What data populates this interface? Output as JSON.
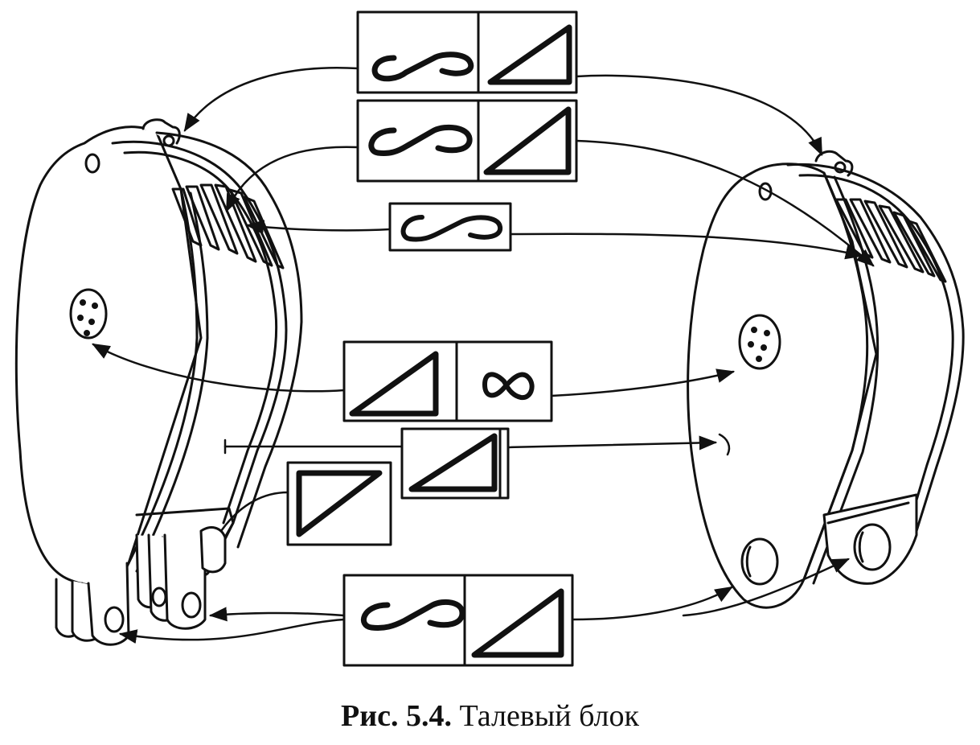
{
  "caption": {
    "number": "Рис. 5.4.",
    "text": "Талевый блок"
  },
  "colors": {
    "ink": "#111111",
    "paper": "#ffffff"
  },
  "symbols": [
    {
      "id": "top-pair-1",
      "cells": [
        "straightness-icon",
        "flatness-icon"
      ]
    },
    {
      "id": "top-pair-2",
      "cells": [
        "straightness-icon",
        "flatness-icon"
      ]
    },
    {
      "id": "middle-single",
      "cells": [
        "straightness-icon"
      ]
    },
    {
      "id": "center-pair",
      "cells": [
        "flatness-icon",
        "infinity-icon"
      ]
    },
    {
      "id": "center-single",
      "cells": [
        "flatness-icon"
      ]
    },
    {
      "id": "left-single",
      "cells": [
        "flatness-icon"
      ]
    },
    {
      "id": "bottom-pair",
      "cells": [
        "straightness-icon",
        "flatness-icon"
      ]
    }
  ]
}
